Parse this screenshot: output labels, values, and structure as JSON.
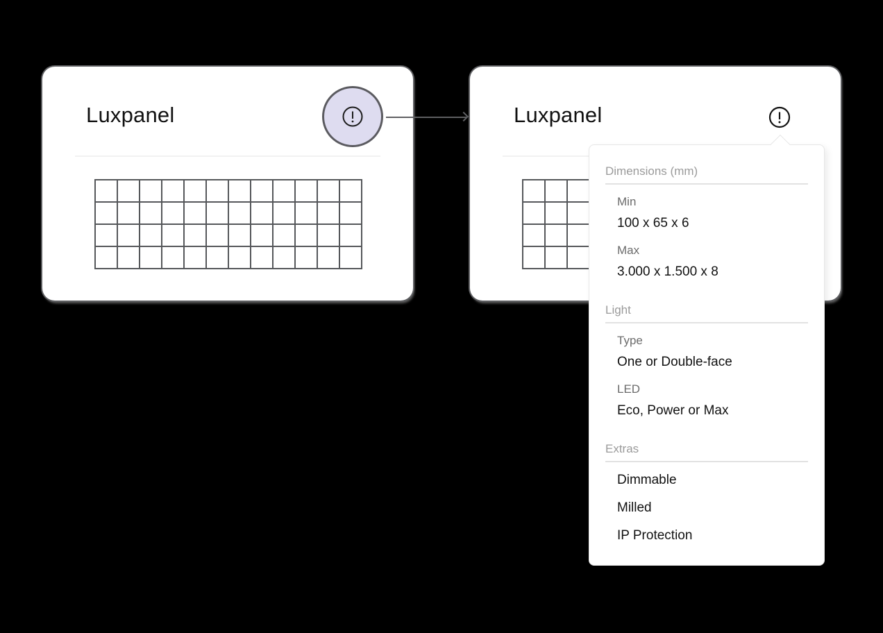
{
  "left_card": {
    "title": "Luxpanel",
    "icon": "info-exclamation-icon",
    "badge_color": "#dedcf0",
    "grid": {
      "columns": 12,
      "rows": 4
    }
  },
  "connector": {
    "type": "arrow",
    "direction": "left-to-right"
  },
  "right_card": {
    "title": "Luxpanel",
    "icon": "info-exclamation-icon",
    "grid": {
      "columns": 12,
      "rows": 4
    }
  },
  "popover": {
    "sections": [
      {
        "title": "Dimensions (mm)",
        "fields": [
          {
            "label": "Min",
            "value": "100 x 65 x 6"
          },
          {
            "label": "Max",
            "value": "3.000 x 1.500 x 8"
          }
        ]
      },
      {
        "title": "Light",
        "fields": [
          {
            "label": "Type",
            "value": "One or Double-face"
          },
          {
            "label": "LED",
            "value": "Eco, Power or Max"
          }
        ]
      },
      {
        "title": "Extras",
        "items": [
          "Dimmable",
          "Milled",
          "IP Protection"
        ]
      }
    ]
  }
}
